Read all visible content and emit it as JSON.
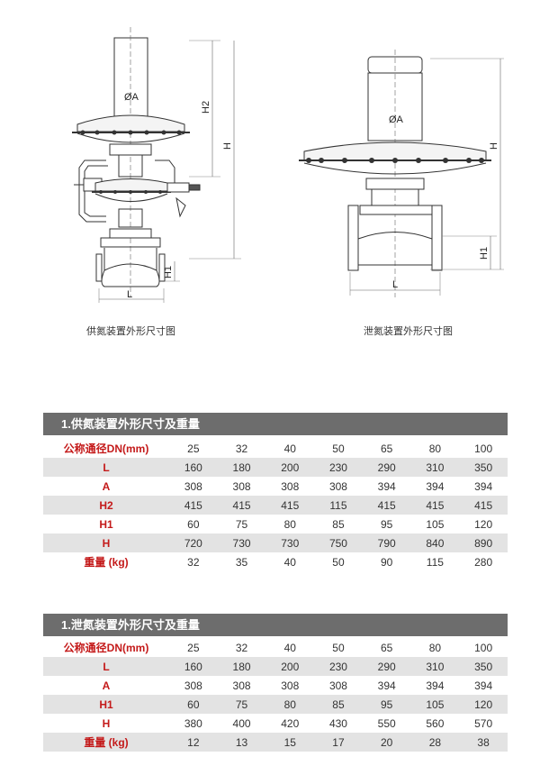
{
  "drawings": {
    "left": {
      "caption": "供氮装置外形尺寸图",
      "labels": {
        "dia": "ØA",
        "h2": "H2",
        "h": "H",
        "h1": "H1",
        "l": "L"
      }
    },
    "right": {
      "caption": "泄氮装置外形尺寸图",
      "labels": {
        "dia": "ØA",
        "h": "H",
        "h1": "H1",
        "l": "L"
      }
    }
  },
  "table1": {
    "title": "1.供氮装置外形尺寸及重量",
    "rows": [
      {
        "label": "公称通径DN(mm)",
        "values": [
          "25",
          "32",
          "40",
          "50",
          "65",
          "80",
          "100"
        ]
      },
      {
        "label": "L",
        "values": [
          "160",
          "180",
          "200",
          "230",
          "290",
          "310",
          "350"
        ]
      },
      {
        "label": "A",
        "values": [
          "308",
          "308",
          "308",
          "308",
          "394",
          "394",
          "394"
        ]
      },
      {
        "label": "H2",
        "values": [
          "415",
          "415",
          "415",
          "115",
          "415",
          "415",
          "415"
        ]
      },
      {
        "label": "H1",
        "values": [
          "60",
          "75",
          "80",
          "85",
          "95",
          "105",
          "120"
        ]
      },
      {
        "label": "H",
        "values": [
          "720",
          "730",
          "730",
          "750",
          "790",
          "840",
          "890"
        ]
      },
      {
        "label": "重量 (kg)",
        "values": [
          "32",
          "35",
          "40",
          "50",
          "90",
          "115",
          "280"
        ]
      }
    ]
  },
  "table2": {
    "title": "1.泄氮装置外形尺寸及重量",
    "rows": [
      {
        "label": "公称通径DN(mm)",
        "values": [
          "25",
          "32",
          "40",
          "50",
          "65",
          "80",
          "100"
        ]
      },
      {
        "label": "L",
        "values": [
          "160",
          "180",
          "200",
          "230",
          "290",
          "310",
          "350"
        ]
      },
      {
        "label": "A",
        "values": [
          "308",
          "308",
          "308",
          "308",
          "394",
          "394",
          "394"
        ]
      },
      {
        "label": "H1",
        "values": [
          "60",
          "75",
          "80",
          "85",
          "95",
          "105",
          "120"
        ]
      },
      {
        "label": "H",
        "values": [
          "380",
          "400",
          "420",
          "430",
          "550",
          "560",
          "570"
        ]
      },
      {
        "label": "重量 (kg)",
        "values": [
          "12",
          "13",
          "15",
          "17",
          "20",
          "28",
          "38"
        ]
      }
    ]
  }
}
